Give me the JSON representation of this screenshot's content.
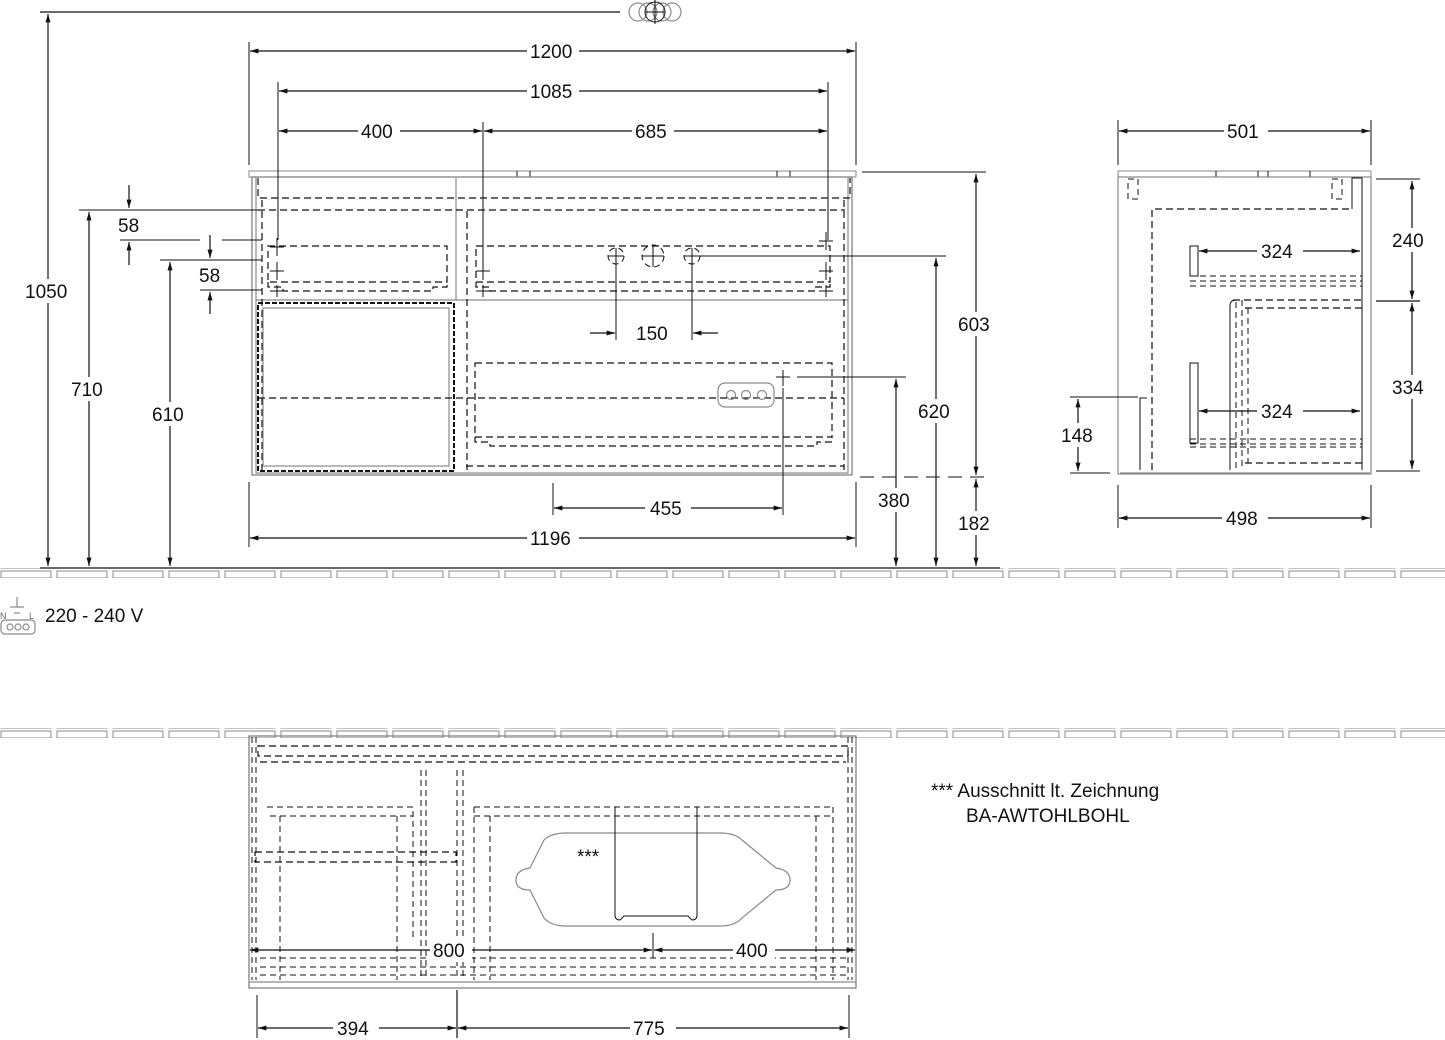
{
  "front_view": {
    "dims": {
      "total_height": "1050",
      "top_width": "1200",
      "inner_width": "1085",
      "left_section": "400",
      "right_section": "685",
      "upper_gap_1": "58",
      "upper_gap_2": "58",
      "height_710": "710",
      "height_610": "610",
      "tap_spacing": "150",
      "socket_offset": "455",
      "bottom_width": "1196",
      "height_380": "380",
      "height_620": "620",
      "cabinet_height": "603",
      "floor_gap": "182"
    }
  },
  "side_view": {
    "dims": {
      "top_depth": "501",
      "bottom_depth": "498",
      "upper_drawer_depth": "324",
      "lower_drawer_depth": "324",
      "upper_drawer_height": "240",
      "lower_drawer_height": "334",
      "socket_height": "148"
    }
  },
  "electrical": {
    "icon": "power-socket-icon",
    "voltage": "220 - 240 V",
    "labels": {
      "n": "N",
      "l": "L"
    }
  },
  "top_view": {
    "dims": {
      "offset_800": "800",
      "offset_400": "400",
      "left_width": "394",
      "right_width": "775"
    },
    "cutout_marker": "***"
  },
  "notes": {
    "line1": "*** Ausschnitt lt. Zeichnung",
    "line2": "BA-AWTOHLBOHL"
  },
  "icons": {
    "tap_symbol": "tap-holes-icon",
    "socket": "socket-icon"
  }
}
